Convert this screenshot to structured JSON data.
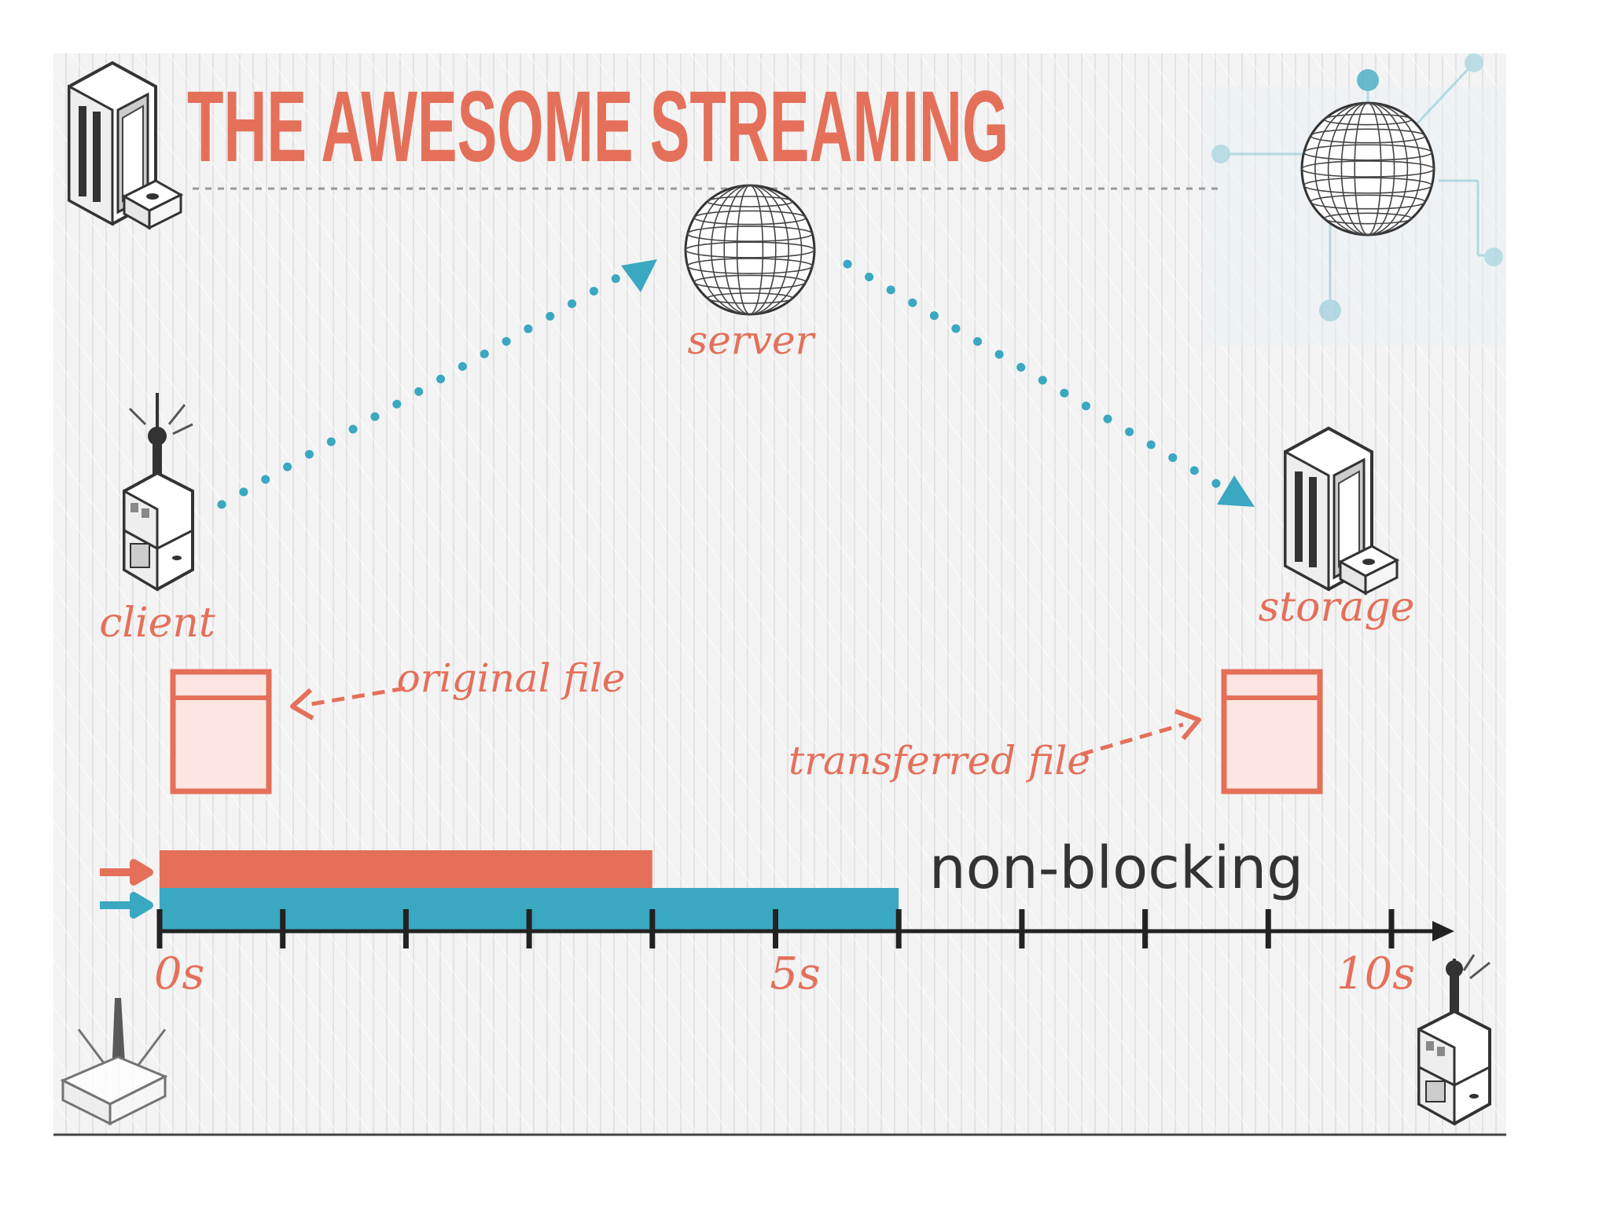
{
  "title": "THE AWESOME STREAMING",
  "nodes": {
    "server": "server",
    "client": "client",
    "storage": "storage"
  },
  "files": {
    "original": "original file",
    "transferred": "transferred file"
  },
  "timeline": {
    "mode_label": "non-blocking",
    "unit": "s",
    "axis_max": 10,
    "tick_count": 11,
    "labeled_ticks": [
      {
        "value": 0,
        "label": "0s"
      },
      {
        "value": 5,
        "label": "5s"
      },
      {
        "value": 10,
        "label": "10s"
      }
    ],
    "bars": [
      {
        "id": "upload",
        "start": 0,
        "end": 4,
        "color": "#e4705a"
      },
      {
        "id": "transfer",
        "start": 0,
        "end": 6,
        "color": "#3aa8c1"
      }
    ]
  },
  "colors": {
    "accent": "#e4705a",
    "accent_fill": "#fde6e2",
    "teal": "#3aa8c1",
    "ink": "#333333",
    "paper": "#f3f3f3"
  }
}
